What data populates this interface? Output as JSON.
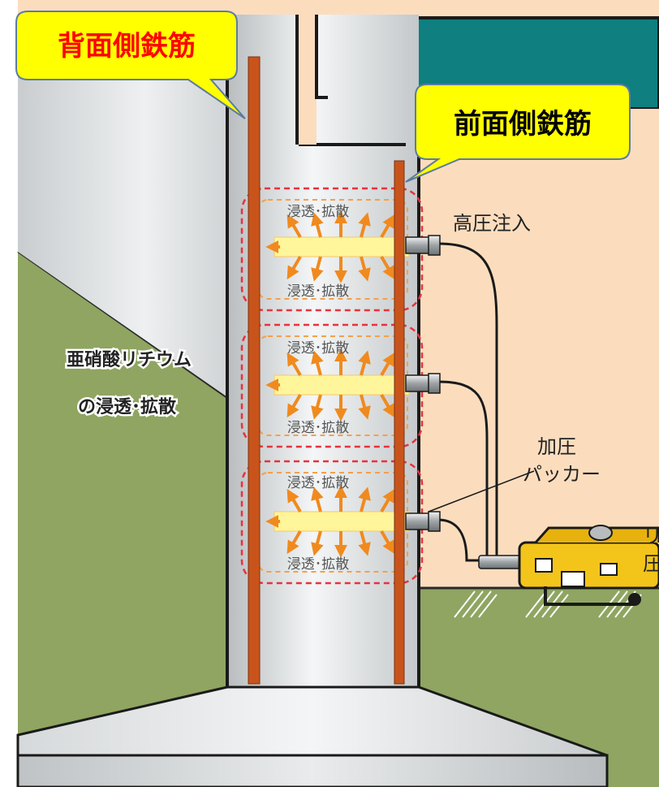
{
  "colors": {
    "sky": "#FBDDBE",
    "ground": "#8FA561",
    "deck": "#0F7F7F",
    "rebar": "#C8541B",
    "dash": "#E8323C",
    "callout_fill": "#FFFF00",
    "callout_back_text": "#FF0000",
    "callout_front_text": "#000000",
    "machine": "#F3C41A",
    "flow_arrow": "#F39B2A",
    "injection_tube": "#FFF59A"
  },
  "callouts": {
    "back_rebar": "背面側鉄筋",
    "front_rebar": "前面側鉄筋"
  },
  "labels": {
    "high_pressure_injection": "高圧注入",
    "lithium_nitrite_line1": "亜硝酸リチウム",
    "lithium_nitrite_line2": "の浸透･拡散",
    "packer_line1": "加圧",
    "packer_line2": "パッカー",
    "machine_partial_line1": "リ",
    "machine_partial_line2": "圧"
  },
  "zones": [
    {
      "top_label": "浸透･拡散",
      "bottom_label": "浸透･拡散"
    },
    {
      "top_label": "浸透･拡散",
      "bottom_label": "浸透･拡散"
    },
    {
      "top_label": "浸透･拡散",
      "bottom_label": "浸透･拡散"
    }
  ],
  "icons": [
    "injection-nozzle-icon",
    "pressure-pump-icon",
    "ground-hatch-icon",
    "diffusion-arrow-icon"
  ]
}
